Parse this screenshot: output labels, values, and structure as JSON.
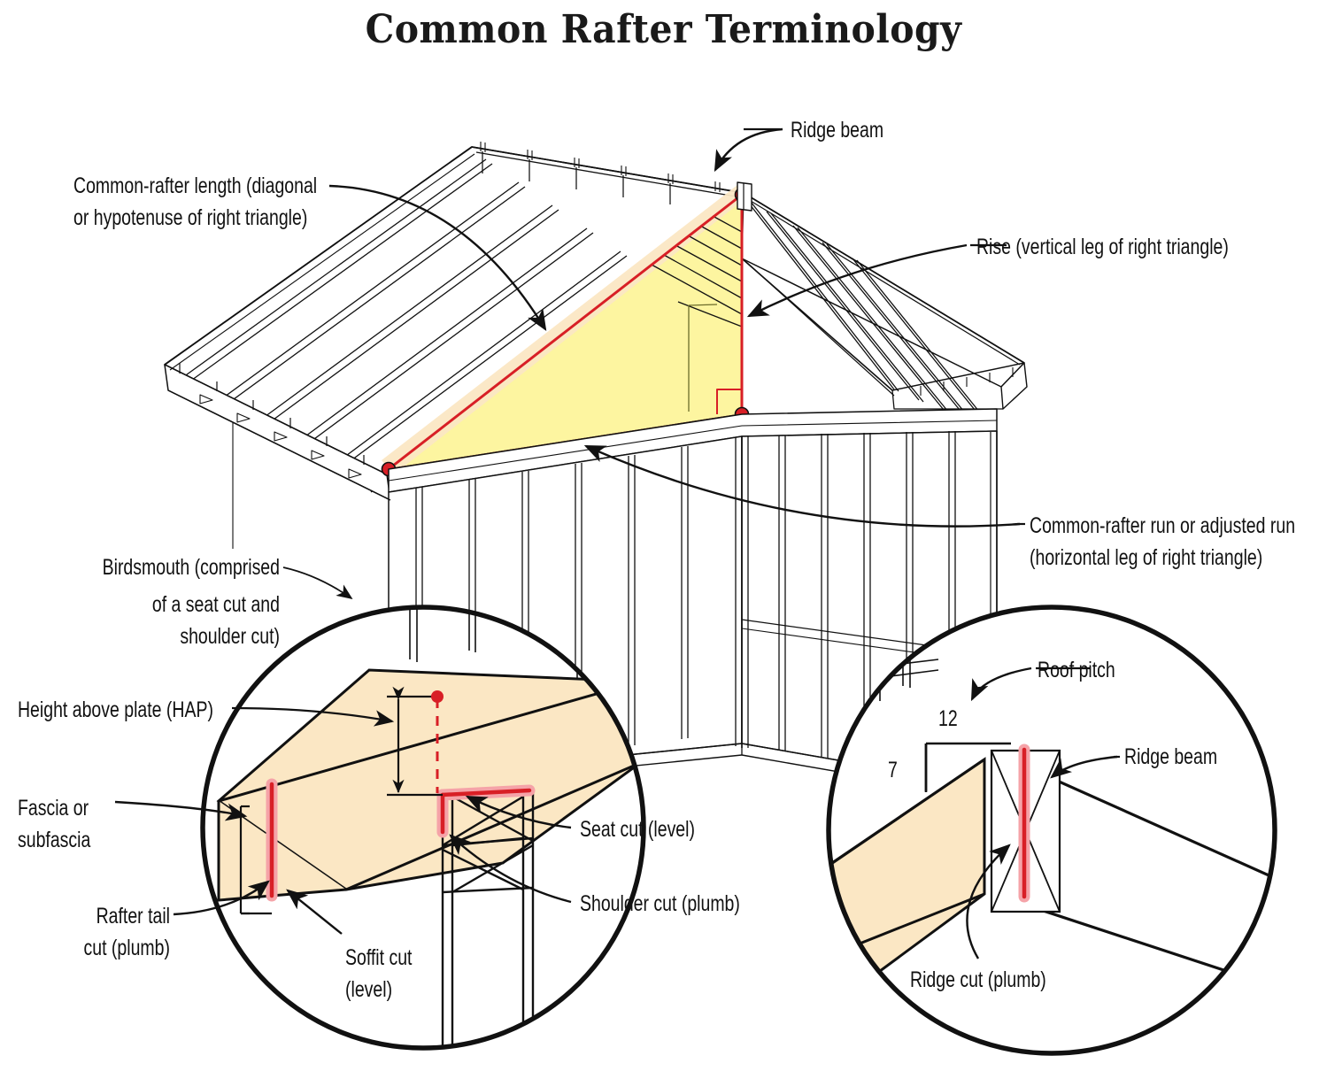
{
  "title": "Common Rafter Terminology",
  "colors": {
    "rafter_tan": "#fbe7c4",
    "triangle_yellow": "#fdf5a0",
    "highlight_red": "#d81f26",
    "highlight_red_glow": "#f5a3a8",
    "line_black": "#111111",
    "background": "#ffffff"
  },
  "labels": {
    "ridge_beam_top": "Ridge beam",
    "common_rafter_length_l1": "Common-rafter length (diagonal",
    "common_rafter_length_l2": "or hypotenuse of right triangle)",
    "rise": "Rise (vertical leg of right triangle)",
    "run_l1": "Common-rafter run or adjusted run",
    "run_l2": "(horizontal leg of right triangle)",
    "birdsmouth_l1": "Birdsmouth (comprised",
    "birdsmouth_l2": "of a seat cut and",
    "birdsmouth_l3": "shoulder cut)",
    "hap": "Height above plate (HAP)",
    "fascia_l1": "Fascia or",
    "fascia_l2": "subfascia",
    "rafter_tail_l1": "Rafter tail",
    "rafter_tail_l2": "cut (plumb)",
    "soffit_cut_l1": "Soffit cut",
    "soffit_cut_l2": "(level)",
    "seat_cut": "Seat cut (level)",
    "shoulder_cut": "Shoulder cut (plumb)",
    "roof_pitch": "Roof pitch",
    "pitch_run": "12",
    "pitch_rise": "7",
    "ridge_beam_detail": "Ridge beam",
    "ridge_cut": "Ridge cut (plumb)"
  },
  "chart_data": {
    "type": "diagram",
    "subject": "Common rafter terminology isometric framing illustration",
    "pitch": {
      "rise": 7,
      "run": 12
    },
    "callouts": [
      "Ridge beam",
      "Common-rafter length (diagonal or hypotenuse of right triangle)",
      "Rise (vertical leg of right triangle)",
      "Common-rafter run or adjusted run (horizontal leg of right triangle)",
      "Birdsmouth (comprised of a seat cut and shoulder cut)",
      "Height above plate (HAP)",
      "Fascia or subfascia",
      "Rafter tail cut (plumb)",
      "Soffit cut (level)",
      "Seat cut (level)",
      "Shoulder cut (plumb)",
      "Roof pitch",
      "Ridge cut (plumb)"
    ]
  }
}
